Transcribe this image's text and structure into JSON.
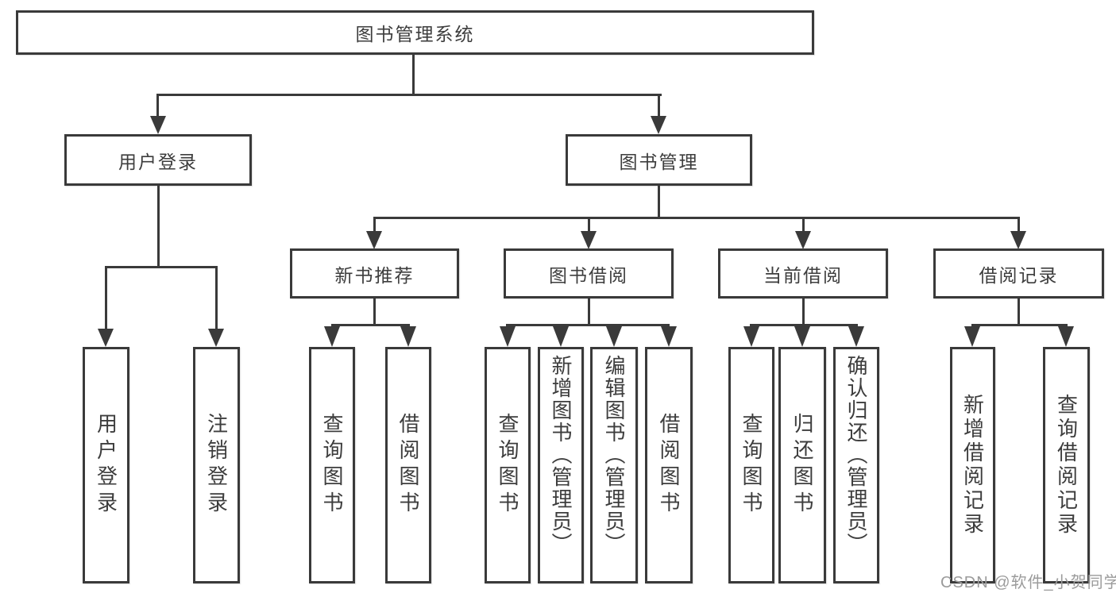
{
  "title": "图书管理系统",
  "watermark": "CSDN @软件_小贺同学",
  "colors": {
    "line": "#3a3a3a",
    "text": "#3d3d3d",
    "watermark": "#9b9b9b",
    "background": "#ffffff"
  },
  "nodes": {
    "root": {
      "label": "图书管理系统"
    },
    "userLogin": {
      "label": "用户登录"
    },
    "bookMgmt": {
      "label": "图书管理"
    },
    "newBookRec": {
      "label": "新书推荐"
    },
    "bookBorrow": {
      "label": "图书借阅"
    },
    "currentBorrow": {
      "label": "当前借阅"
    },
    "borrowRecords": {
      "label": "借阅记录"
    },
    "leafUserLogin": {
      "label": "用户登录"
    },
    "leafLogout": {
      "label": "注销登录"
    },
    "leafQueryBooks1": {
      "label": "查询图书"
    },
    "leafBorrowBooks1": {
      "label": "借阅图书"
    },
    "leafQueryBooks2": {
      "label": "查询图书"
    },
    "leafAddBooks": {
      "label": "新增图书（管理员）"
    },
    "leafEditBooks": {
      "label": "编辑图书（管理员）"
    },
    "leafBorrowBooks2": {
      "label": "借阅图书"
    },
    "leafQueryBooks3": {
      "label": "查询图书"
    },
    "leafReturnBooks": {
      "label": "归还图书"
    },
    "leafConfirmReturn": {
      "label": "确认归还（管理员）"
    },
    "leafAddBorrowRec": {
      "label": "新增借阅记录"
    },
    "leafQueryBorrowRec": {
      "label": "查询借阅记录"
    }
  }
}
